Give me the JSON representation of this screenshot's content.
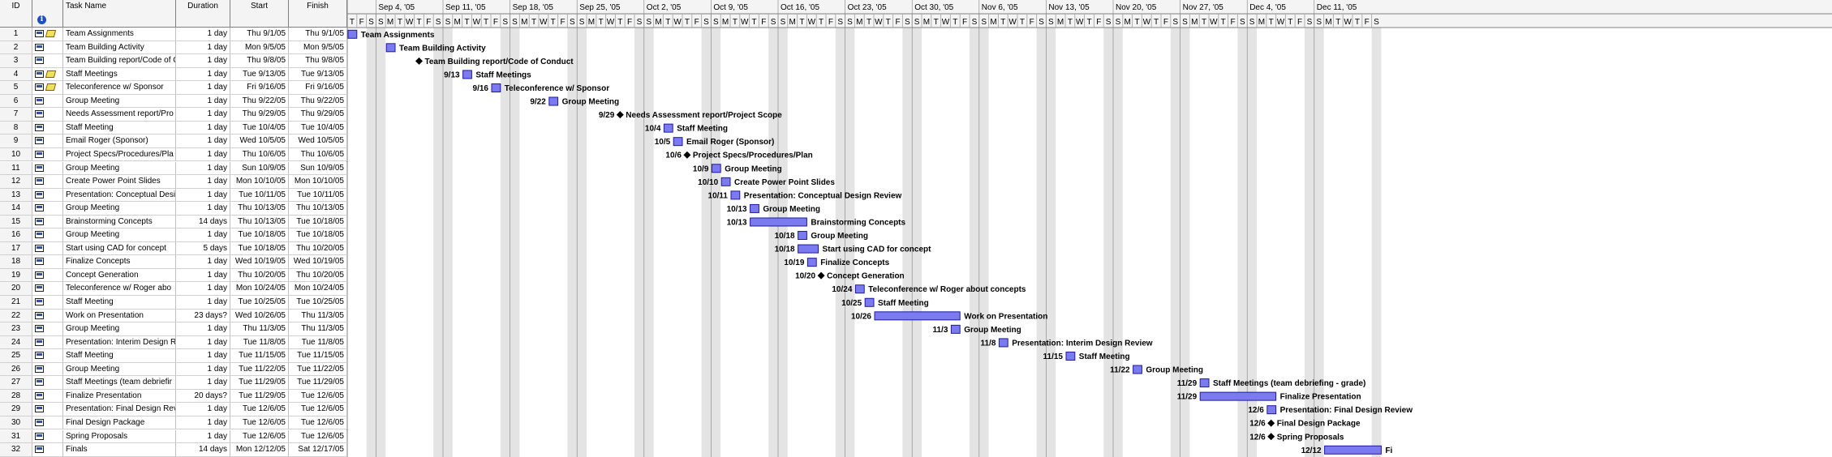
{
  "columns": {
    "id": "ID",
    "info": "i",
    "name": "Task Name",
    "duration": "Duration",
    "start": "Start",
    "finish": "Finish"
  },
  "weeks": [
    "Sep 4, '05",
    "Sep 11, '05",
    "Sep 18, '05",
    "Sep 25, '05",
    "Oct 2, '05",
    "Oct 9, '05",
    "Oct 16, '05",
    "Oct 23, '05",
    "Oct 30, '05",
    "Nov 6, '05",
    "Nov 13, '05",
    "Nov 20, '05",
    "Nov 27, '05",
    "Dec 4, '05",
    "Dec 11, '05"
  ],
  "day_letters": [
    "S",
    "M",
    "T",
    "W",
    "T",
    "F",
    "S"
  ],
  "first_day_letters": [
    "T",
    "F",
    "S"
  ],
  "colors": {
    "bar": "#7b7bef",
    "bar_border": "#1c1c9c",
    "nonwork": "#d8d8d8",
    "milestone": "#000000"
  },
  "tasks": [
    {
      "id": "1",
      "name": "Team Assignments",
      "duration": "1 day",
      "start": "Thu 9/1/05",
      "finish": "Thu 9/1/05",
      "s": 0,
      "d": 1,
      "type": "bar",
      "date_label": "",
      "label": "Team Assignments",
      "ind": "cal+note"
    },
    {
      "id": "2",
      "name": "Team Building Activity",
      "duration": "1 day",
      "start": "Mon 9/5/05",
      "finish": "Mon 9/5/05",
      "s": 4,
      "d": 1,
      "type": "bar",
      "date_label": "",
      "label": "Team Building Activity",
      "ind": "cal"
    },
    {
      "id": "3",
      "name": "Team Building report/Code of C",
      "duration": "1 day",
      "start": "Thu 9/8/05",
      "finish": "Thu 9/8/05",
      "s": 7,
      "d": 0,
      "type": "milestone",
      "date_label": "",
      "label": "Team Building report/Code of Conduct",
      "ind": "cal"
    },
    {
      "id": "4",
      "name": "Staff Meetings",
      "duration": "1 day",
      "start": "Tue 9/13/05",
      "finish": "Tue 9/13/05",
      "s": 12,
      "d": 1,
      "type": "bar",
      "date_label": "9/13",
      "label": "Staff Meetings",
      "ind": "cal+note"
    },
    {
      "id": "5",
      "name": "Teleconference w/ Sponsor",
      "duration": "1 day",
      "start": "Fri 9/16/05",
      "finish": "Fri 9/16/05",
      "s": 15,
      "d": 1,
      "type": "bar",
      "date_label": "9/16",
      "label": "Teleconference w/ Sponsor",
      "ind": "cal+note"
    },
    {
      "id": "6",
      "name": "Group Meeting",
      "duration": "1 day",
      "start": "Thu 9/22/05",
      "finish": "Thu 9/22/05",
      "s": 21,
      "d": 1,
      "type": "bar",
      "date_label": "9/22",
      "label": "Group Meeting",
      "ind": "cal"
    },
    {
      "id": "7",
      "name": "Needs Assessment report/Pro",
      "duration": "1 day",
      "start": "Thu 9/29/05",
      "finish": "Thu 9/29/05",
      "s": 28,
      "d": 0,
      "type": "milestone",
      "date_label": "9/29",
      "label": "Needs Assessment report/Project Scope",
      "ind": "cal"
    },
    {
      "id": "8",
      "name": "Staff Meeting",
      "duration": "1 day",
      "start": "Tue 10/4/05",
      "finish": "Tue 10/4/05",
      "s": 33,
      "d": 1,
      "type": "bar",
      "date_label": "10/4",
      "label": "Staff Meeting",
      "ind": "cal"
    },
    {
      "id": "9",
      "name": "Email Roger (Sponsor)",
      "duration": "1 day",
      "start": "Wed 10/5/05",
      "finish": "Wed 10/5/05",
      "s": 34,
      "d": 1,
      "type": "bar",
      "date_label": "10/5",
      "label": "Email Roger (Sponsor)",
      "ind": "cal"
    },
    {
      "id": "10",
      "name": "Project Specs/Procedures/Pla",
      "duration": "1 day",
      "start": "Thu 10/6/05",
      "finish": "Thu 10/6/05",
      "s": 35,
      "d": 0,
      "type": "milestone",
      "date_label": "10/6",
      "label": "Project Specs/Procedures/Plan",
      "ind": "cal"
    },
    {
      "id": "11",
      "name": "Group Meeting",
      "duration": "1 day",
      "start": "Sun 10/9/05",
      "finish": "Sun 10/9/05",
      "s": 38,
      "d": 1,
      "type": "bar",
      "date_label": "10/9",
      "label": "Group Meeting",
      "ind": "cal"
    },
    {
      "id": "12",
      "name": "Create Power Point Slides",
      "duration": "1 day",
      "start": "Mon 10/10/05",
      "finish": "Mon 10/10/05",
      "s": 39,
      "d": 1,
      "type": "bar",
      "date_label": "10/10",
      "label": "Create Power Point Slides",
      "ind": "cal"
    },
    {
      "id": "13",
      "name": "Presentation: Conceptual Desi",
      "duration": "1 day",
      "start": "Tue 10/11/05",
      "finish": "Tue 10/11/05",
      "s": 40,
      "d": 1,
      "type": "bar",
      "date_label": "10/11",
      "label": "Presentation: Conceptual Design Review",
      "ind": "cal"
    },
    {
      "id": "14",
      "name": "Group Meeting",
      "duration": "1 day",
      "start": "Thu 10/13/05",
      "finish": "Thu 10/13/05",
      "s": 42,
      "d": 1,
      "type": "bar",
      "date_label": "10/13",
      "label": "Group Meeting",
      "ind": "cal"
    },
    {
      "id": "15",
      "name": "Brainstorming Concepts",
      "duration": "14 days",
      "start": "Thu 10/13/05",
      "finish": "Tue 10/18/05",
      "s": 42,
      "d": 6,
      "type": "bar",
      "date_label": "10/13",
      "label": "Brainstorming Concepts",
      "ind": "cal"
    },
    {
      "id": "16",
      "name": "Group Meeting",
      "duration": "1 day",
      "start": "Tue 10/18/05",
      "finish": "Tue 10/18/05",
      "s": 47,
      "d": 1,
      "type": "bar",
      "date_label": "10/18",
      "label": "Group Meeting",
      "ind": "cal"
    },
    {
      "id": "17",
      "name": "Start using CAD for concept",
      "duration": "5 days",
      "start": "Tue 10/18/05",
      "finish": "Thu 10/20/05",
      "s": 47,
      "d": 2.2,
      "type": "bar",
      "date_label": "10/18",
      "label": "Start using CAD for concept",
      "ind": "cal"
    },
    {
      "id": "18",
      "name": "Finalize Concepts",
      "duration": "1 day",
      "start": "Wed 10/19/05",
      "finish": "Wed 10/19/05",
      "s": 48,
      "d": 1,
      "type": "bar",
      "date_label": "10/19",
      "label": "Finalize Concepts",
      "ind": "cal"
    },
    {
      "id": "19",
      "name": "Concept Generation",
      "duration": "1 day",
      "start": "Thu 10/20/05",
      "finish": "Thu 10/20/05",
      "s": 49,
      "d": 0,
      "type": "milestone",
      "date_label": "10/20",
      "label": "Concept Generation",
      "ind": "cal"
    },
    {
      "id": "20",
      "name": "Teleconference w/ Roger abo",
      "duration": "1 day",
      "start": "Mon 10/24/05",
      "finish": "Mon 10/24/05",
      "s": 53,
      "d": 1,
      "type": "bar",
      "date_label": "10/24",
      "label": "Teleconference w/ Roger about concepts",
      "ind": "cal"
    },
    {
      "id": "21",
      "name": "Staff Meeting",
      "duration": "1 day",
      "start": "Tue 10/25/05",
      "finish": "Tue 10/25/05",
      "s": 54,
      "d": 1,
      "type": "bar",
      "date_label": "10/25",
      "label": "Staff Meeting",
      "ind": "cal"
    },
    {
      "id": "22",
      "name": "Work on Presentation",
      "duration": "23 days?",
      "start": "Wed 10/26/05",
      "finish": "Thu 11/3/05",
      "s": 55,
      "d": 9,
      "type": "bar",
      "date_label": "10/26",
      "label": "Work on Presentation",
      "ind": "cal"
    },
    {
      "id": "23",
      "name": "Group Meeting",
      "duration": "1 day",
      "start": "Thu 11/3/05",
      "finish": "Thu 11/3/05",
      "s": 63,
      "d": 1,
      "type": "bar",
      "date_label": "11/3",
      "label": "Group Meeting",
      "ind": "cal"
    },
    {
      "id": "24",
      "name": "Presentation: Interim Design R",
      "duration": "1 day",
      "start": "Tue 11/8/05",
      "finish": "Tue 11/8/05",
      "s": 68,
      "d": 1,
      "type": "bar",
      "date_label": "11/8",
      "label": "Presentation: Interim Design Review",
      "ind": "cal"
    },
    {
      "id": "25",
      "name": "Staff Meeting",
      "duration": "1 day",
      "start": "Tue 11/15/05",
      "finish": "Tue 11/15/05",
      "s": 75,
      "d": 1,
      "type": "bar",
      "date_label": "11/15",
      "label": "Staff Meeting",
      "ind": "cal"
    },
    {
      "id": "26",
      "name": "Group Meeting",
      "duration": "1 day",
      "start": "Tue 11/22/05",
      "finish": "Tue 11/22/05",
      "s": 82,
      "d": 1,
      "type": "bar",
      "date_label": "11/22",
      "label": "Group Meeting",
      "ind": "cal"
    },
    {
      "id": "27",
      "name": "Staff Meetings (team debriefir",
      "duration": "1 day",
      "start": "Tue 11/29/05",
      "finish": "Tue 11/29/05",
      "s": 89,
      "d": 1,
      "type": "bar",
      "date_label": "11/29",
      "label": "Staff Meetings (team debriefing - grade)",
      "ind": "cal"
    },
    {
      "id": "28",
      "name": "Finalize Presentation",
      "duration": "20 days?",
      "start": "Tue 11/29/05",
      "finish": "Tue 12/6/05",
      "s": 89,
      "d": 8,
      "type": "bar",
      "date_label": "11/29",
      "label": "Finalize Presentation",
      "ind": "cal"
    },
    {
      "id": "29",
      "name": "Presentation: Final Design Rev",
      "duration": "1 day",
      "start": "Tue 12/6/05",
      "finish": "Tue 12/6/05",
      "s": 96,
      "d": 1,
      "type": "bar",
      "date_label": "12/6",
      "label": "Presentation: Final Design Review",
      "ind": "cal"
    },
    {
      "id": "30",
      "name": "Final Design Package",
      "duration": "1 day",
      "start": "Tue 12/6/05",
      "finish": "Tue 12/6/05",
      "s": 96,
      "d": 0,
      "type": "milestone",
      "date_label": "12/6",
      "label": "Final Design Package",
      "ind": "cal"
    },
    {
      "id": "31",
      "name": "Spring Proposals",
      "duration": "1 day",
      "start": "Tue 12/6/05",
      "finish": "Tue 12/6/05",
      "s": 96,
      "d": 0,
      "type": "milestone",
      "date_label": "12/6",
      "label": "Spring Proposals",
      "ind": "cal"
    },
    {
      "id": "32",
      "name": "Finals",
      "duration": "14 days",
      "start": "Mon 12/12/05",
      "finish": "Sat 12/17/05",
      "s": 102,
      "d": 6,
      "type": "bar",
      "date_label": "12/12",
      "label": "Fi",
      "ind": "cal"
    }
  ]
}
